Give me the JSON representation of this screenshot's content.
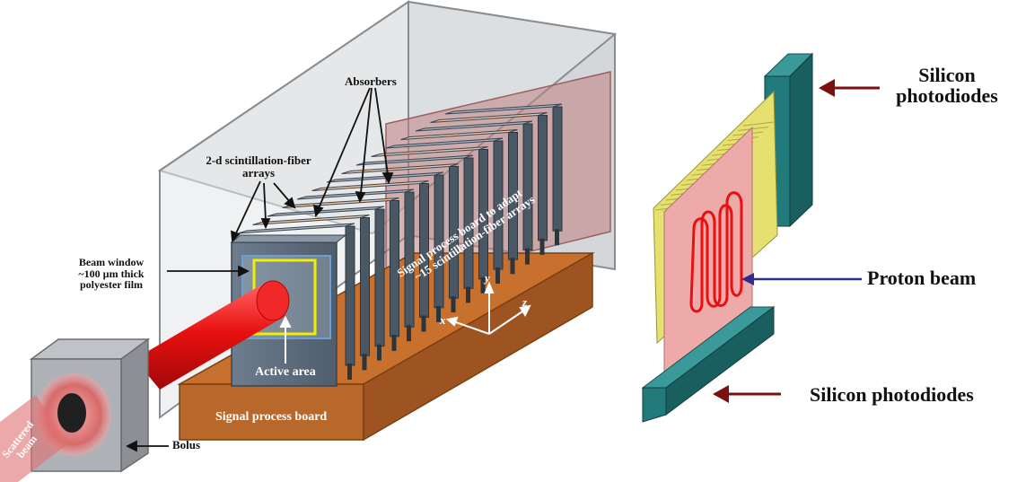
{
  "labels": {
    "absorbers": "Absorbers",
    "fiber_arrays": "2-d scintillation-fiber arrays",
    "beam_window_1": "Beam window",
    "beam_window_2": "~100 µm thick",
    "beam_window_3": "polyester film",
    "active_area": "Active area",
    "signal_board": "Signal process board",
    "adapt_board_1": "Signal process board to adapt",
    "adapt_board_2": "~15 scintillation-fiber arrays",
    "bolus": "Bolus",
    "scattered_beam_1": "Scattered",
    "scattered_beam_2": "beam",
    "axis_x": "x",
    "axis_y": "y",
    "axis_z": "z",
    "silicon_top_1": "Silicon",
    "silicon_top_2": "photodiodes",
    "proton_beam": "Proton beam",
    "silicon_bottom": "Silicon photodiodes"
  },
  "colors": {
    "beam_red": "#e81010",
    "plate_gray": "#5f6f80",
    "board_brown": "#b8682a",
    "box_gray": "#c8ccd0",
    "teal": "#1f7474",
    "pink_sheet": "#eeaaa8",
    "yellow_fibers": "#e6e070",
    "arrow_darkred": "#7a1010",
    "arrow_navy": "#2e2e8a"
  }
}
